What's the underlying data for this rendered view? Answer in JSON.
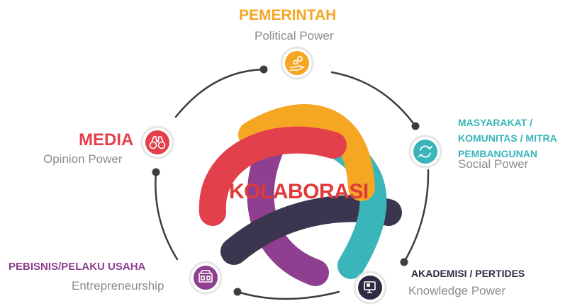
{
  "center": {
    "label": "KOLABORASI"
  },
  "nodes": [
    {
      "id": "pemerintah",
      "title": "PEMERINTAH",
      "subtitle": "Political Power",
      "color": "#f5a623",
      "icon": "hand-coins-icon"
    },
    {
      "id": "masyarakat",
      "title": "MASYARAKAT /\nKOMUNITAS / MITRA\nPEMBANGUNAN",
      "subtitle": "Social Power",
      "color": "#3ab5b9",
      "icon": "refresh-cycle-icon"
    },
    {
      "id": "akademisi",
      "title": "AKADEMISI / PERTIDES",
      "subtitle": "Knowledge Power",
      "color": "#2f2a43",
      "icon": "presentation-board-icon"
    },
    {
      "id": "pebisnis",
      "title": "PEBISNIS/PELAKU USAHA",
      "subtitle": "Entrepreneurship",
      "color": "#8e3f8f",
      "icon": "shop-icon"
    },
    {
      "id": "media",
      "title": "MEDIA",
      "subtitle": "Opinion Power",
      "color": "#e2404a",
      "icon": "binoculars-icon"
    }
  ],
  "colors": {
    "ring": "#3d3d3d",
    "band_orange": "#f5a623",
    "band_teal": "#3ab5b9",
    "band_navy": "#3b3550",
    "band_purple": "#8e3f8f",
    "band_red": "#e2404a"
  }
}
